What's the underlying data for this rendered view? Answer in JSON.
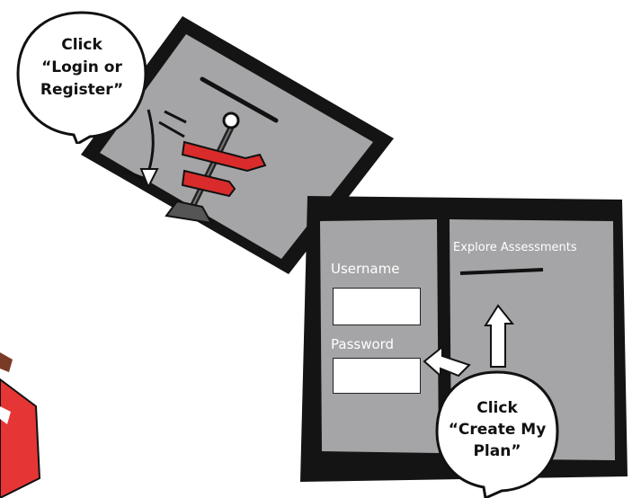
{
  "bubbles": {
    "login": {
      "line1": "Click",
      "line2": "“Login or",
      "line3": "Register”"
    },
    "create": {
      "line1": "Click",
      "line2": "“Create My",
      "line3": "Plan”"
    }
  },
  "login_form": {
    "username_label": "Username",
    "password_label": "Password"
  },
  "right_panel": {
    "title": "Explore Assessments"
  },
  "colors": {
    "panel": "#a5a5a7",
    "frame": "#141414",
    "sign": "#d92b2b",
    "card": "#e63535"
  }
}
